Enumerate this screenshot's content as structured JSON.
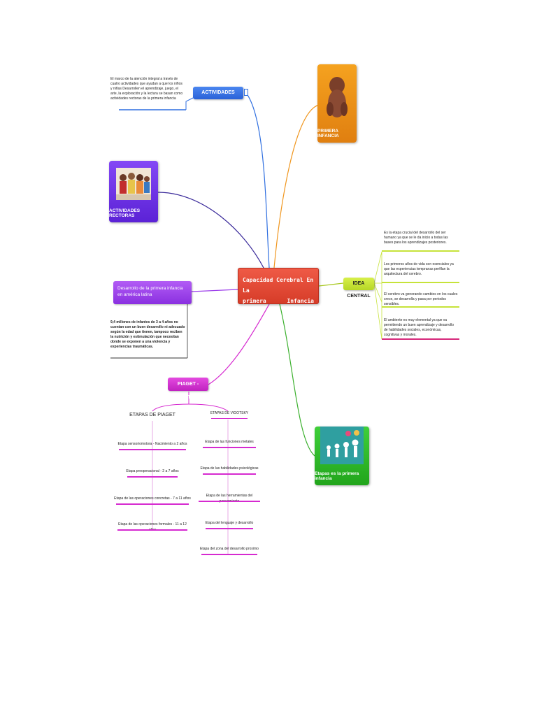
{
  "central": {
    "line1": "Capacidad Cerebral En La",
    "line2a": "primera",
    "line2b": "Infancia"
  },
  "actividades_top": {
    "label": "ACTIVIDADES RECTORAS",
    "note": "El marco de la atención integral a través de cuatro actividades que ayudan a que los niños y niñas Desarrollen el aprendizaje, juego, el arte, la exploración y la lectura se basan como actividades rectoras de la primera infancia"
  },
  "primera_infancia": {
    "label": "PRIMERA INFANCIA"
  },
  "actividades_image": {
    "label": "ACTIVIDADES RECTORAS"
  },
  "idea_central": {
    "label": "IDEA CENTRAL",
    "notes": [
      "Es la etapa crucial del desarrollo del ser humano ya que se le da inicio a todas las bases para los aprendizajes posteriores.",
      "Los primeros años de vida son esenciales ya que las experiencias tempranas perfilan la arquitectura del cerebro.",
      "El cerebro va generando cambios en los cuales crece, se desarrolla y pasa por periodos sensibles.",
      "El ambiente es muy elemental ya que va permitiendo un buen aprendizaje y desarrollo de habilidades sociales, económicas, cognitivas y morales."
    ]
  },
  "desarrollo": {
    "label": "Desarrollo de la primera infancia en américa latina",
    "note": "9,4 millones de infantes de 3 a 4 años no cuentan con un buen desarrollo ni adecuado según la edad que tienen, tampoco reciben la nutrición y estimulación que necesitan donde se exponen a una violencia y experiencias traumáticas."
  },
  "etapas_image": {
    "label": "Etapas es la primera infancia"
  },
  "piaget_vigotsky": {
    "label": "PIAGET - VIGOTSKY"
  },
  "piaget": {
    "title": "ETAPAS DE PIAGET",
    "items": [
      "Etapa sensoriomotora - Nacimiento a 2 años",
      "Etapa preoperacional - 2 a 7 años",
      "Etapa de las operaciones concretas - 7 a 11 años",
      "Etapa de las operaciones formales - 11 a 12 años"
    ]
  },
  "vigotsky": {
    "title": "ETAPAS DE VIGOTSKY",
    "items": [
      "Etapa de las funciones metales",
      "Etapa de las habilidades psicológicas",
      "Etapa de las herramientas del pensamiento",
      "Etapa del lenguaje y desarrollo",
      "Etapa del zona del desarrollo proximo"
    ]
  },
  "colors": {
    "central": "#e04a36",
    "blue": "#2f6fe0",
    "orange": "#f0961e",
    "purple": "#9b3bea",
    "lime": "#c6e33a",
    "magenta": "#d62ad0",
    "green": "#3ab02c",
    "navy": "#3a2a9a"
  }
}
